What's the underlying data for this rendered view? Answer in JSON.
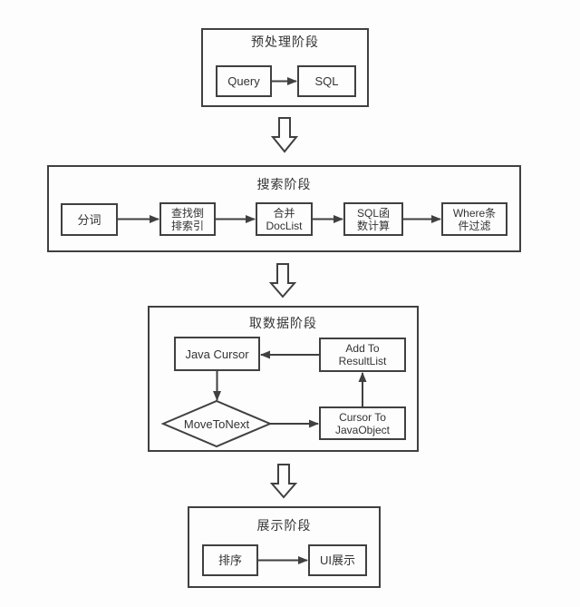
{
  "diagram_title": "query-processing-flowchart",
  "colors": {
    "line": "#404040",
    "text": "#333333",
    "background": "#fdfdfd"
  },
  "stages": {
    "preprocess": {
      "title": "预处理阶段",
      "nodes": {
        "query": "Query",
        "sql": "SQL"
      }
    },
    "search": {
      "title": "搜索阶段",
      "nodes": {
        "tokenize": "分词",
        "inverted_index": [
          "查找倒",
          "排索引"
        ],
        "merge_doclist": [
          "合并",
          "DocList"
        ],
        "sql_func": [
          "SQL函",
          "数计算"
        ],
        "where_filter": [
          "Where条",
          "件过滤"
        ]
      }
    },
    "fetch": {
      "title": "取数据阶段",
      "nodes": {
        "java_cursor": "Java Cursor",
        "add_to_resultlist": [
          "Add To",
          "ResultList"
        ],
        "move_to_next": "MoveToNext",
        "cursor_to_javaobject": [
          "Cursor To",
          "JavaObject"
        ]
      }
    },
    "display": {
      "title": "展示阶段",
      "nodes": {
        "sort": "排序",
        "ui_display": "UI展示"
      }
    }
  }
}
